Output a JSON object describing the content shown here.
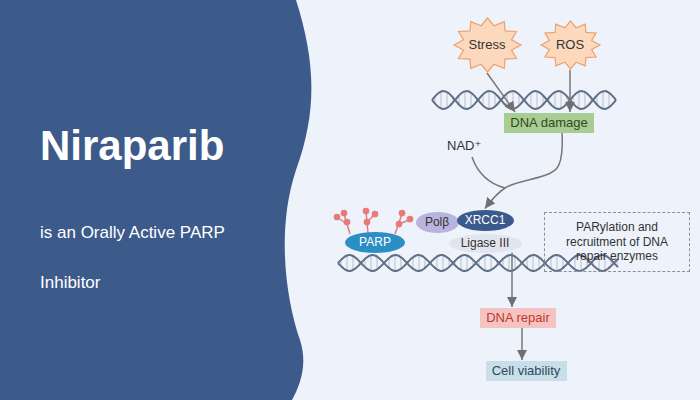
{
  "diagram": {
    "title": "Niraparib",
    "nodes": [
      {
        "text": [
          "Stress"
        ]
      },
      {
        "text": [
          "ROS"
        ]
      },
      {
        "text": [
          "DNA damage"
        ]
      },
      {
        "text": [
          "PARP"
        ]
      },
      {
        "text": [
          "Polβ"
        ]
      },
      {
        "text": [
          "XRCC1"
        ]
      },
      {
        "text": [
          "Ligase III"
        ]
      },
      {
        "text": [
          "PARylation and recruitment of DNA repair enzymes"
        ]
      },
      {
        "text": [
          "DNA repair"
        ]
      },
      {
        "text": [
          "Cell viability"
        ]
      }
    ],
    "edges": [
      {
        "from": 0,
        "to": 2,
        "arrow": "to"
      },
      {
        "from": 1,
        "to": 2,
        "arrow": "to"
      },
      {
        "from": 2,
        "to": 5,
        "arrow": "to"
      },
      {
        "from": 6,
        "to": 8,
        "arrow": "to"
      },
      {
        "from": 8,
        "to": 9,
        "arrow": "to"
      }
    ],
    "labels": [
      "is an Orally Active PARP Inhibitor",
      "NAD⁺"
    ]
  }
}
